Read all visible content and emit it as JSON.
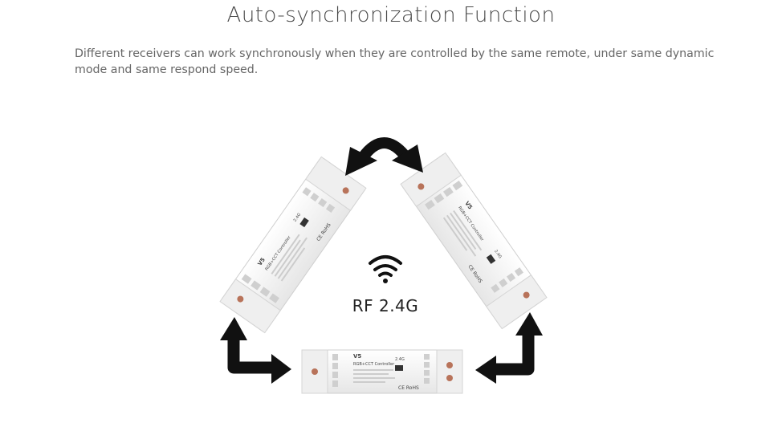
{
  "title": "Auto-synchronization Function",
  "description": "Different receivers can work synchronously when they are controlled by the same remote, under same dynamic mode and same respond speed.",
  "rf_label": "RF 2.4G",
  "icons": [
    "wifi-icon",
    "curved-double-arrow-icon",
    "corner-arrow-icon"
  ],
  "devices": [
    {
      "model": "V5",
      "name": "RGB+CCT Controller",
      "freq": "2.4G",
      "ce": "CE RoHS"
    },
    {
      "model": "V5",
      "name": "RGB+CCT Controller",
      "freq": "2.4G",
      "ce": "CE RoHS"
    },
    {
      "model": "V5",
      "name": "RGB+CCT Controller",
      "freq": "2.4G",
      "ce": "CE RoHS"
    }
  ],
  "colors": {
    "text": "#555555",
    "device": "#f4f4f4",
    "arrow": "#111111"
  }
}
